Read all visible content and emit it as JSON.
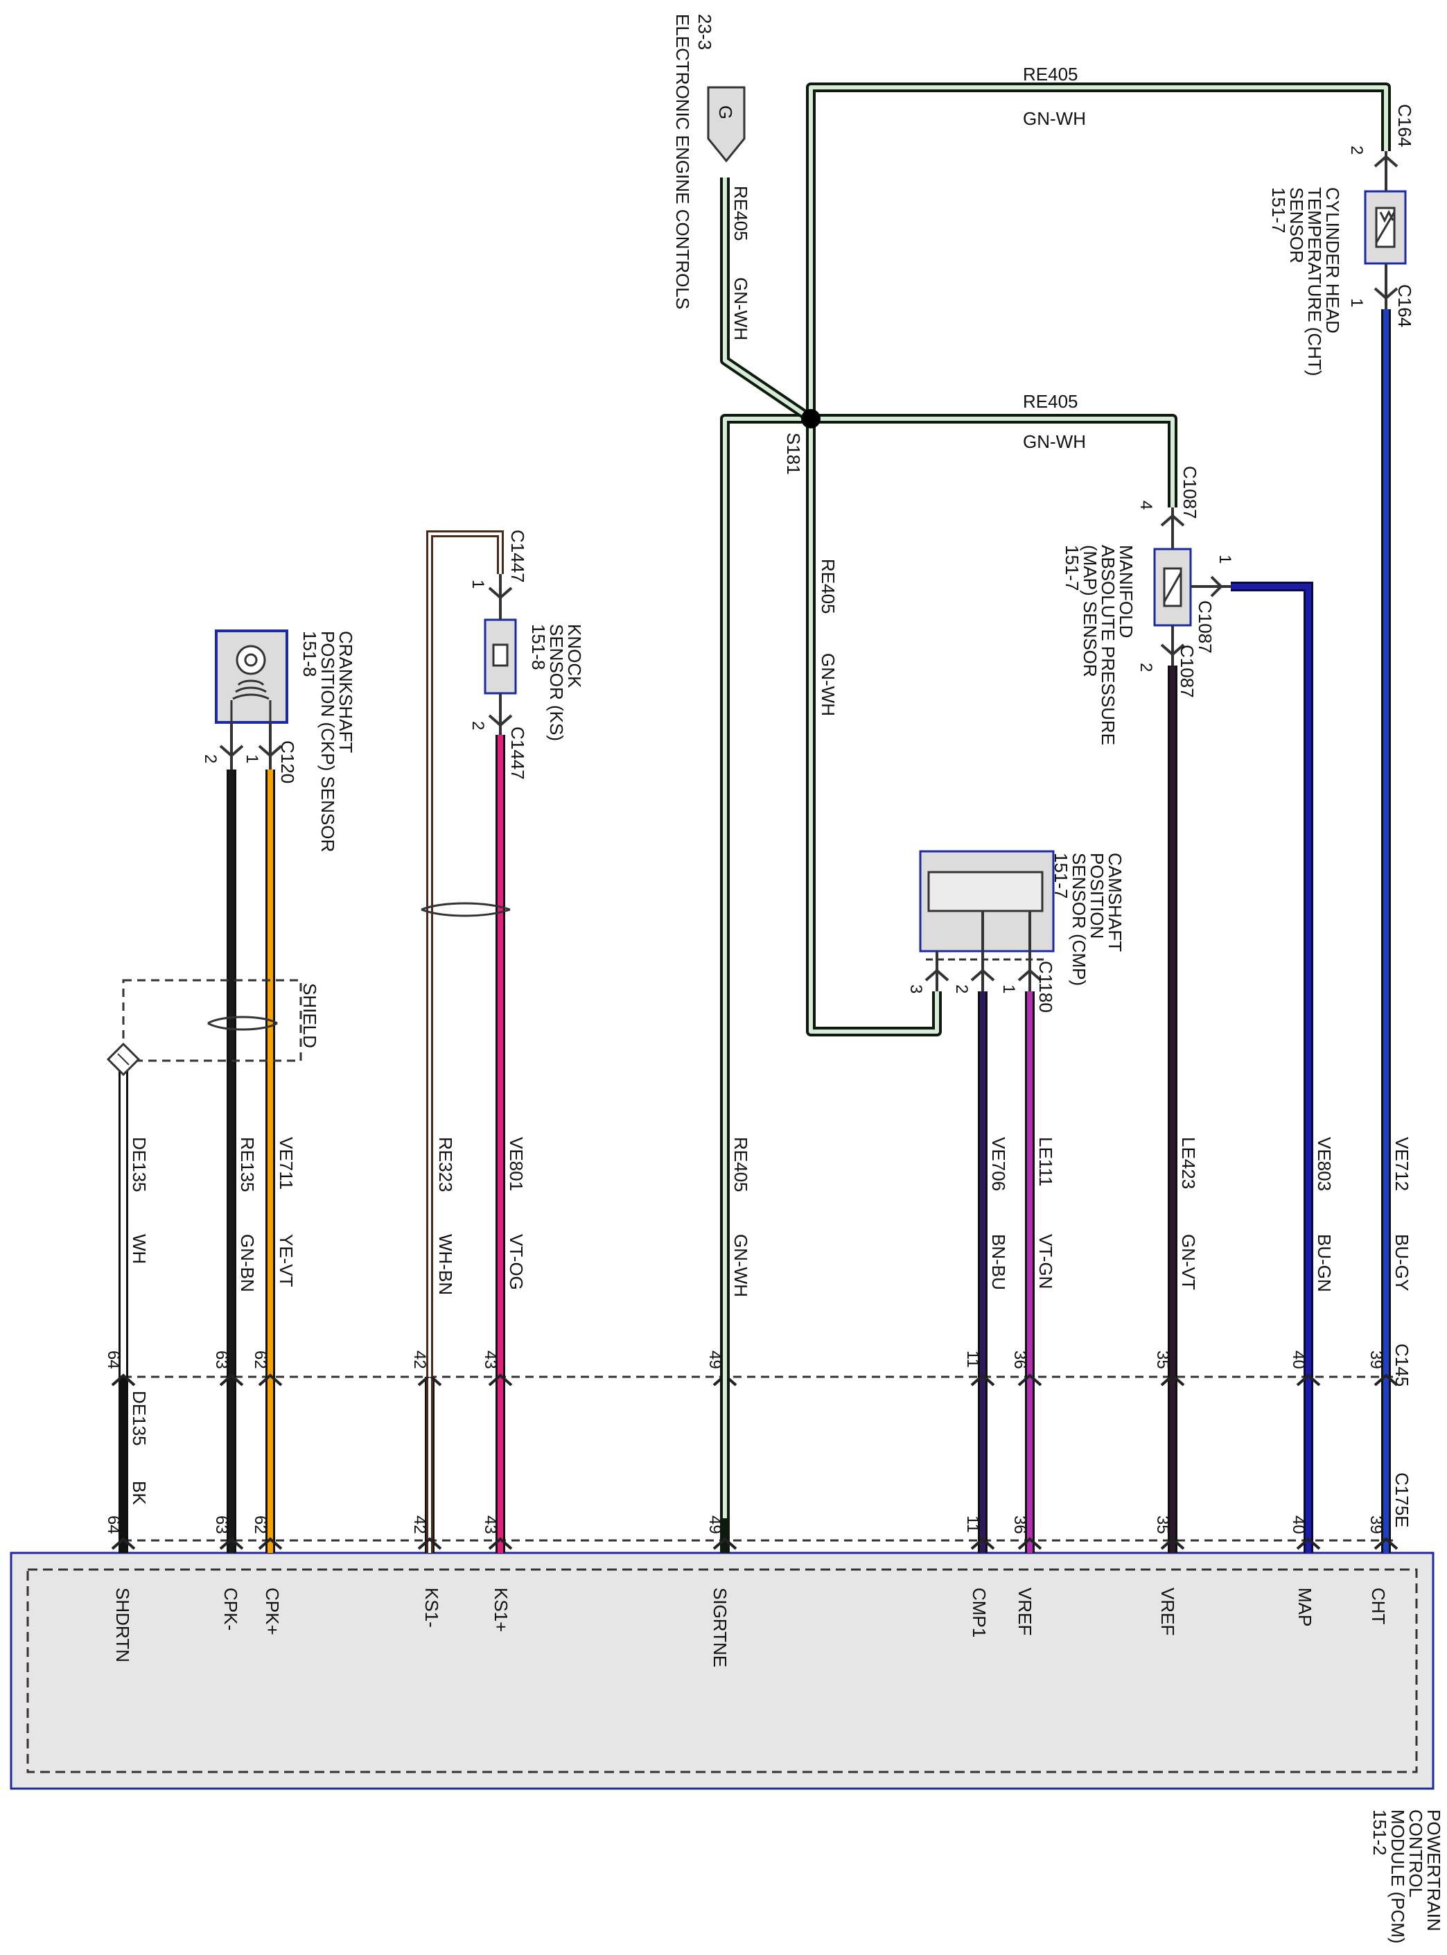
{
  "pcm": {
    "title": [
      "POWERTRAIN",
      "CONTROL",
      "MODULE (PCM)",
      "151-2"
    ],
    "pins": [
      "SHDRTN",
      "CPK-",
      "CPK+",
      "KS1-",
      "KS1+",
      "SIGRTNE",
      "CMP1",
      "VREF",
      "VREF",
      "MAP",
      "CHT"
    ]
  },
  "connectors": {
    "c145": "C145",
    "c175e": "C175E"
  },
  "wires": [
    {
      "circuit": "DE135",
      "color_label": "WH",
      "pin": "64",
      "color": "#ffffff",
      "lower_circuit": "DE135",
      "lower_color_label": "BK",
      "lower_color": "#111111"
    },
    {
      "circuit": "RE135",
      "color_label": "GN-BN",
      "pin": "63",
      "color": "#1a1a1a"
    },
    {
      "circuit": "VE711",
      "color_label": "YE-VT",
      "pin": "62",
      "color": "#f5a300"
    },
    {
      "circuit": "RE323",
      "color_label": "WH-BN",
      "pin": "42",
      "color": "#ffffff"
    },
    {
      "circuit": "VE801",
      "color_label": "VT-OG",
      "pin": "43",
      "color": "#e0207a"
    },
    {
      "circuit": "RE405",
      "color_label": "GN-WH",
      "pin": "49",
      "color": "#1e3a1e"
    },
    {
      "circuit": "VE706",
      "color_label": "BN-BU",
      "pin": "11",
      "color": "#2c1a5a"
    },
    {
      "circuit": "LE111",
      "color_label": "VT-GN",
      "pin": "36",
      "color": "#b030b0"
    },
    {
      "circuit": "LE423",
      "color_label": "GN-VT",
      "pin": "35",
      "color": "#2a1a2a"
    },
    {
      "circuit": "VE803",
      "color_label": "BU-GN",
      "pin": "40",
      "color": "#1c1ca8"
    },
    {
      "circuit": "VE712",
      "color_label": "BU-GY",
      "pin": "39",
      "color": "#2040c0"
    }
  ],
  "components": {
    "ckp": {
      "label": [
        "CRANKSHAFT",
        "POSITION (CKP) SENSOR",
        "151-8"
      ],
      "connector": "C120",
      "pin1": "1",
      "pin2": "2"
    },
    "shield": {
      "label": "SHIELD"
    },
    "ks": {
      "label": [
        "KNOCK",
        "SENSOR (KS)",
        "151-8"
      ],
      "connector_top": "C1447",
      "connector_bottom": "C1447",
      "pin1": "1",
      "pin2": "2"
    },
    "cmp": {
      "label": [
        "CAMSHAFT",
        "POSITION",
        "SENSOR (CMP)",
        "151-7"
      ],
      "connector": "C1180",
      "pin1": "1",
      "pin2": "2",
      "pin3": "3"
    },
    "map": {
      "label": [
        "MANIFOLD",
        "ABSOLUTE PRESSURE",
        "(MAP) SENSOR",
        "151-7"
      ],
      "connector_top": "C1087",
      "connector_right": "C1087",
      "connector_bottom": "C1087",
      "pin4": "4",
      "pin1": "1",
      "pin2": "2"
    },
    "cht": {
      "label": [
        "CYLINDER HEAD",
        "TEMPERATURE (CHT)",
        "SENSOR",
        "151-7"
      ],
      "connector_top": "C164",
      "connector_bottom": "C164",
      "pin2": "2",
      "pin1": "1"
    },
    "splice": {
      "label": "S181"
    },
    "eec": {
      "ref": "23-3",
      "label": "ELECTRONIC ENGINE CONTROLS",
      "connector": "G"
    }
  },
  "harness_labels": [
    {
      "circuit": "RE405",
      "color_label": "GN-WH"
    },
    {
      "circuit": "RE405",
      "color_label": "GN-WH"
    },
    {
      "circuit": "RE405",
      "color_label": "GN-WH"
    },
    {
      "circuit": "RE405",
      "color_label": "GN-WH"
    }
  ]
}
